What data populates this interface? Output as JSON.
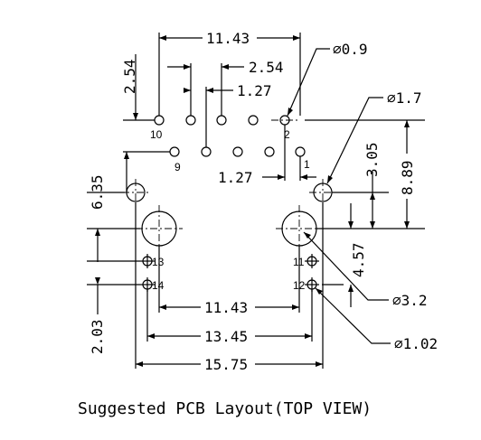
{
  "dimensions": {
    "top_pitch_total": "11.43",
    "pin_row_offset_v": "2.54",
    "pin_pitch_h_a": "2.54",
    "pin_pitch_h_b": "1.27",
    "hole_dia_small": "⌀0.9",
    "hole_dia_mount": "⌀1.7",
    "row_stagger": "1.27",
    "vert_305": "3.05",
    "vert_889": "8.89",
    "vert_635": "6.35",
    "vert_457": "4.57",
    "vert_203": "2.03",
    "hole_dia_large": "⌀3.2",
    "hole_dia_led": "⌀1.02",
    "bottom_1143": "11.43",
    "bottom_1345": "13.45",
    "bottom_1575": "15.75"
  },
  "pin_labels": {
    "p10": "10",
    "p2": "2",
    "p9": "9",
    "p1": "1",
    "p13": "13",
    "p14": "14",
    "p11": "11",
    "p12": "12"
  },
  "caption": "Suggested PCB Layout(TOP VIEW)"
}
